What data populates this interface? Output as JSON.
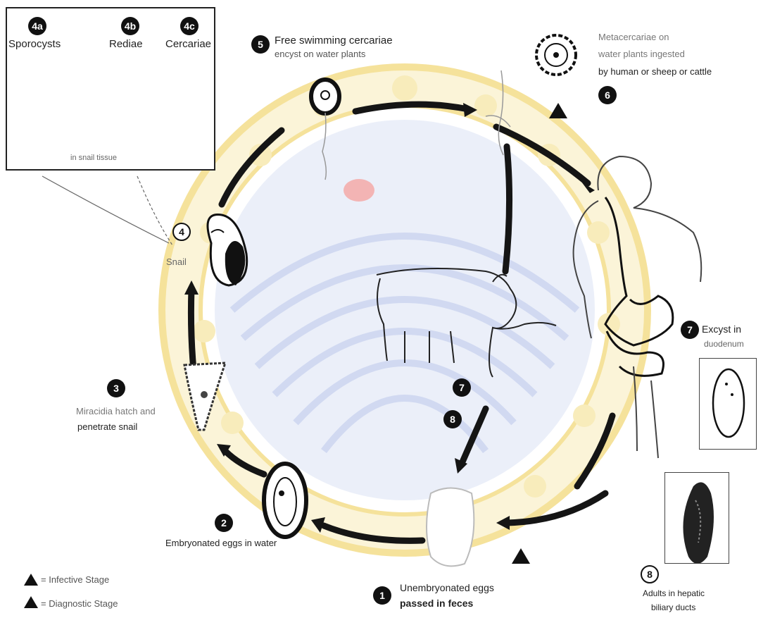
{
  "inset": {
    "stages": [
      {
        "badge": "4a",
        "label": "Sporocysts"
      },
      {
        "badge": "4b",
        "label": "Rediae"
      },
      {
        "badge": "4c",
        "label": "Cercariae"
      }
    ],
    "caption": "in snail tissue"
  },
  "steps": {
    "s1": {
      "badge": "1",
      "text1": "Unembryonated eggs",
      "text2": "passed in feces"
    },
    "s2": {
      "badge": "2",
      "text": "Embryonated eggs in water"
    },
    "s3": {
      "badge": "3",
      "text1": "Miracidia hatch and",
      "text2": "penetrate snail"
    },
    "s4": {
      "badge": "4",
      "text": "Snail"
    },
    "s5": {
      "badge": "5",
      "text1": "Free swimming cercariae",
      "text2": "encyst on water plants"
    },
    "s6": {
      "badge": "6",
      "text1": "Metacercariae on",
      "text2": "water plants ingested",
      "text3": "by human or sheep or cattle"
    },
    "s7": {
      "badge": "7",
      "text1": "Excyst in",
      "text2": "duodenum"
    },
    "s8": {
      "badge": "8",
      "text1": "Adults in hepatic",
      "text2": "biliary ducts"
    },
    "s7b": {
      "badge": "7"
    },
    "s8b": {
      "badge": "8"
    }
  },
  "legend": {
    "infective": "= Infective Stage",
    "diagnostic": "= Diagnostic Stage"
  },
  "colors": {
    "background": "#ffffff",
    "arrows": "#151515",
    "watermark_blue": "#c9d3ef",
    "watermark_yellow": "#f7e9b0",
    "watermark_red": "#f2a7a7"
  }
}
